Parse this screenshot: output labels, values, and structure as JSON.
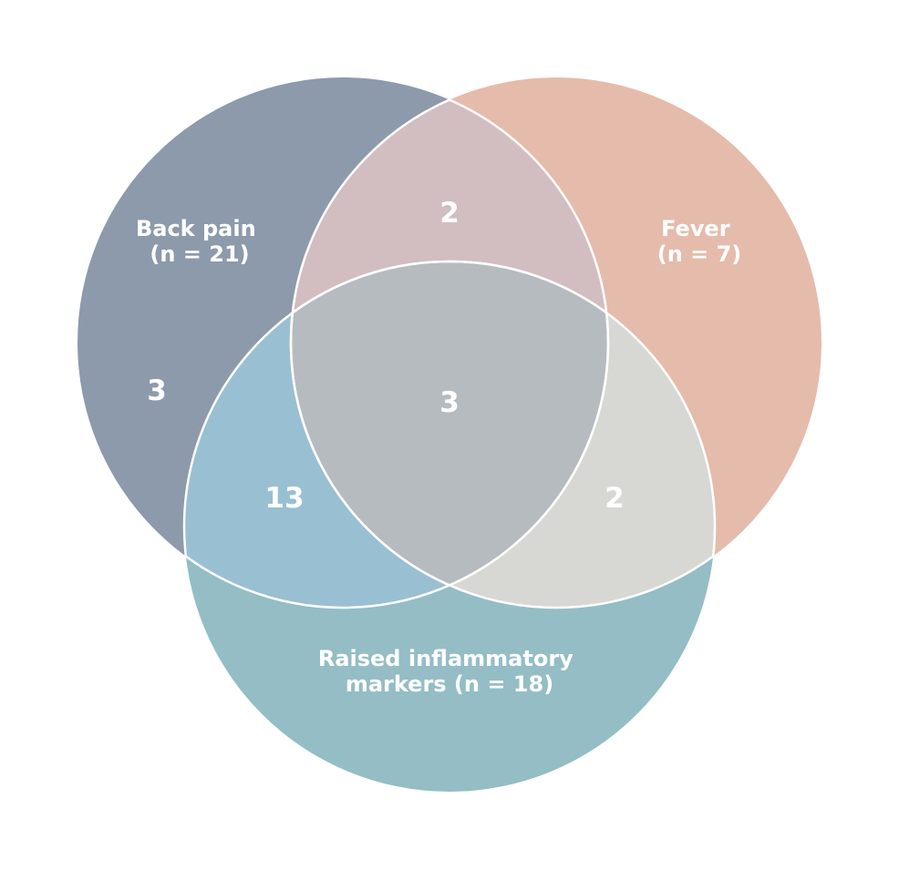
{
  "sets": [
    {
      "id": "back_pain",
      "label_line1": "Back pain",
      "label_line2": "(n = 21)",
      "total": 21,
      "color": "#8d9aab"
    },
    {
      "id": "fever",
      "label_line1": "Fever",
      "label_line2": "(n = 7)",
      "total": 7,
      "color": "#e5bbab"
    },
    {
      "id": "raised_inflammatory_markers",
      "label_line1": "Raised inflammatory",
      "label_line2": "markers (n = 18)",
      "total": 18,
      "color": "#94bdc5"
    }
  ],
  "regions": {
    "back_pain_only": "3",
    "back_pain_and_fever": "2",
    "back_pain_and_markers": "13",
    "fever_and_markers": "2",
    "all_three": "3"
  },
  "region_colors": {
    "back_pain_and_fever": "#d2bdc0",
    "back_pain_and_markers": "#99bfd2",
    "fever_and_markers": "#d7d7d3",
    "all_three": "#b6bbc0",
    "outline": "#ffffff"
  }
}
